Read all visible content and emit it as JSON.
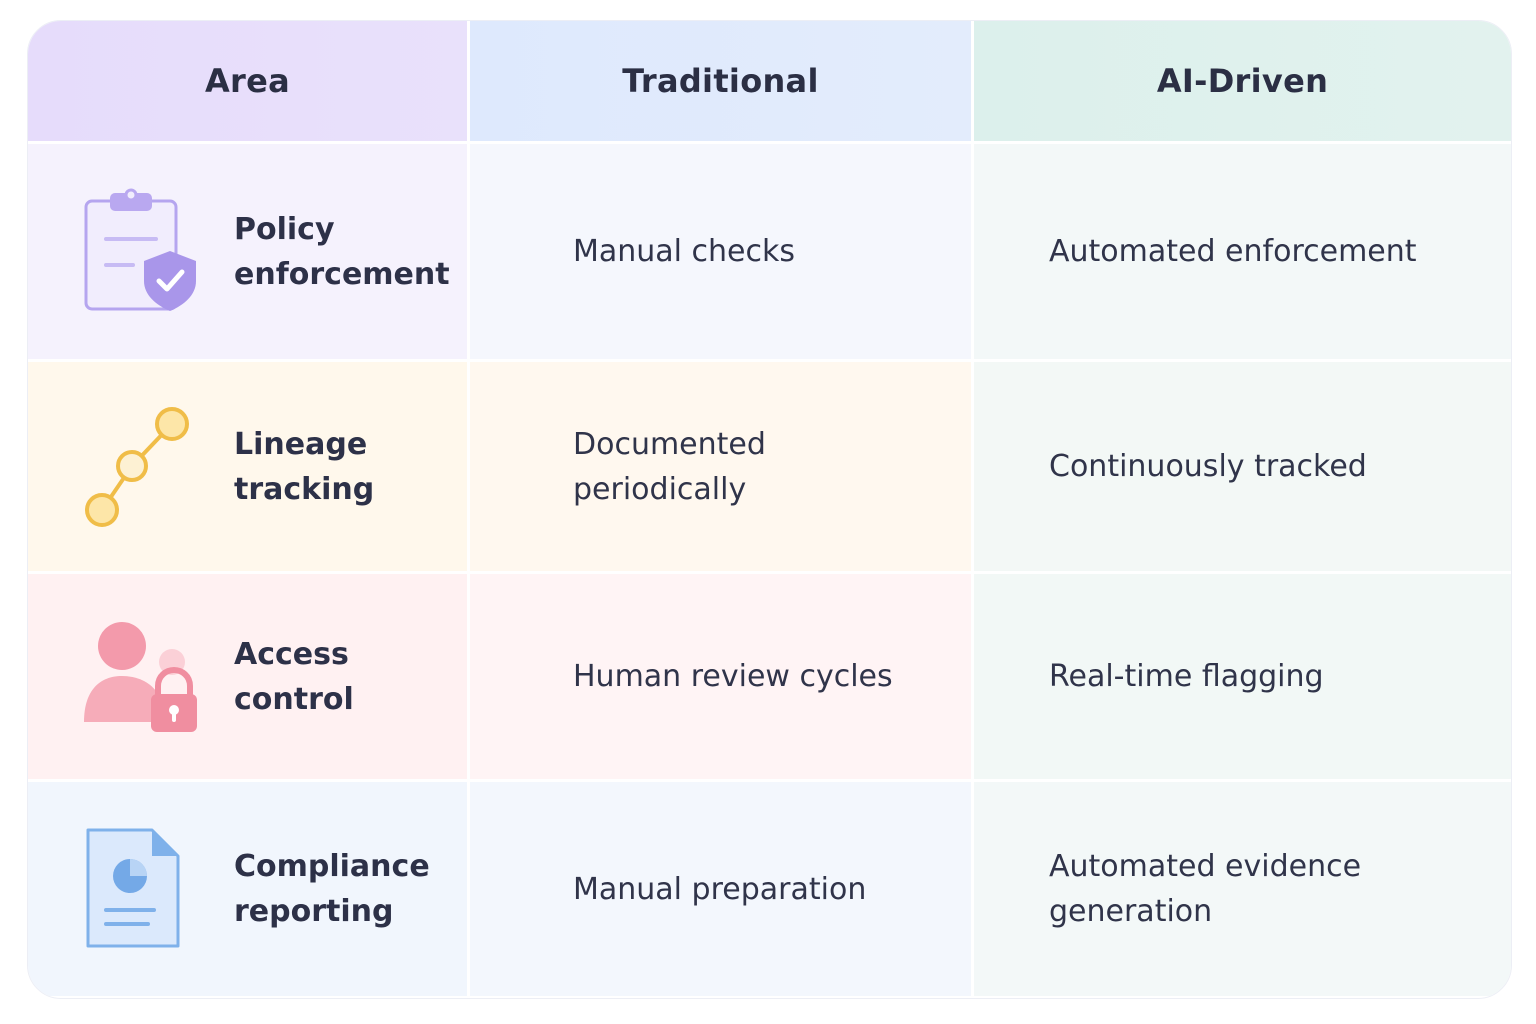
{
  "header": {
    "area": "Area",
    "traditional": "Traditional",
    "ai_driven": "AI-Driven"
  },
  "rows": [
    {
      "icon": "clipboard-shield-icon",
      "area": "Policy enforcement",
      "traditional": "Manual checks",
      "ai_driven": "Automated enforcement"
    },
    {
      "icon": "lineage-nodes-icon",
      "area": "Lineage tracking",
      "traditional": "Documented periodically",
      "ai_driven": "Continuously tracked"
    },
    {
      "icon": "user-lock-icon",
      "area": "Access control",
      "traditional": "Human review cycles",
      "ai_driven": "Real-time flagging"
    },
    {
      "icon": "report-document-icon",
      "area": "Compliance reporting",
      "traditional": "Manual preparation",
      "ai_driven": "Automated evidence generation"
    }
  ],
  "colors": {
    "policy_accent": "#a996ea",
    "lineage_accent": "#f0bd48",
    "access_accent": "#f08ea0",
    "report_accent": "#6fa6e6"
  }
}
